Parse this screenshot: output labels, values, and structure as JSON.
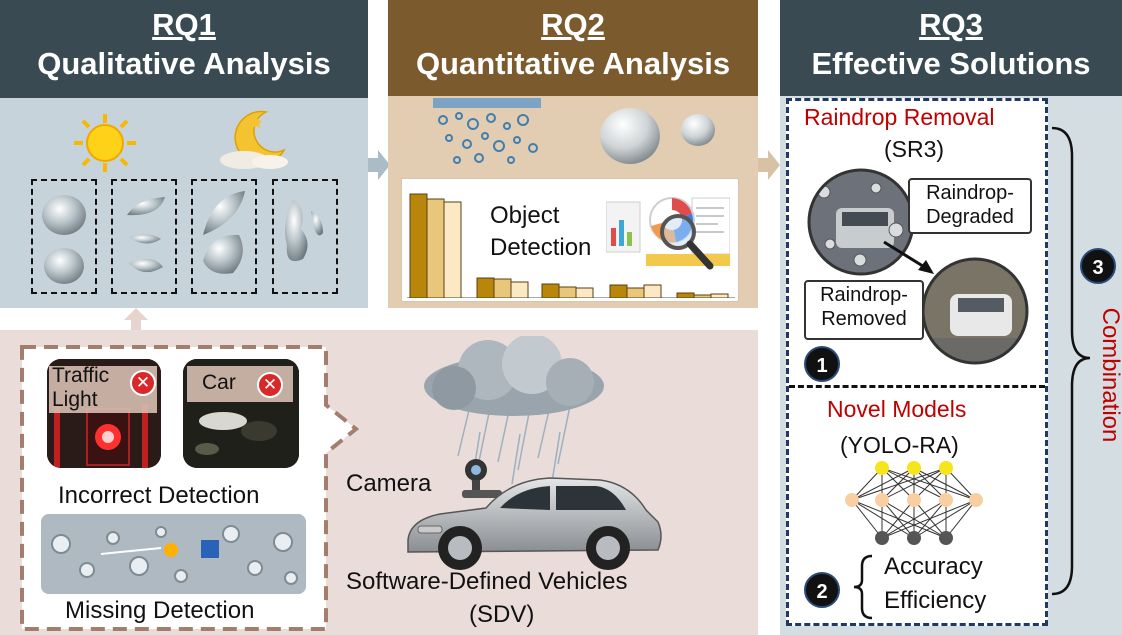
{
  "rq1": {
    "number": "RQ1",
    "title": "Qualitative Analysis"
  },
  "rq2": {
    "number": "RQ2",
    "title": "Quantitative Analysis",
    "chart_caption": "Object Detection"
  },
  "rq3": {
    "number": "RQ3",
    "title": "Effective Solutions",
    "removal": {
      "title": "Raindrop Removal",
      "model": "(SR3)",
      "degraded_label": "Raindrop-Degraded",
      "removed_label": "Raindrop-Removed",
      "badge": "1"
    },
    "models": {
      "title": "Novel Models",
      "model": "(YOLO-RA)",
      "badge": "2",
      "goals": [
        "Accuracy",
        "Efficiency"
      ]
    },
    "combination": {
      "badge": "3",
      "label": "Combination"
    }
  },
  "scenario": {
    "traffic_light_label": "Traffic Light",
    "car_label": "Car",
    "incorrect_detection": "Incorrect Detection",
    "missing_detection": "Missing Detection",
    "camera_label": "Camera",
    "vehicle_title": "Software-Defined Vehicles",
    "vehicle_abbr": "(SDV)"
  },
  "colors": {
    "rq1_header": "#3a4a52",
    "rq2_header": "#7b5a2e",
    "rq3_header": "#3a4a52",
    "accent_red": "#c00000"
  }
}
